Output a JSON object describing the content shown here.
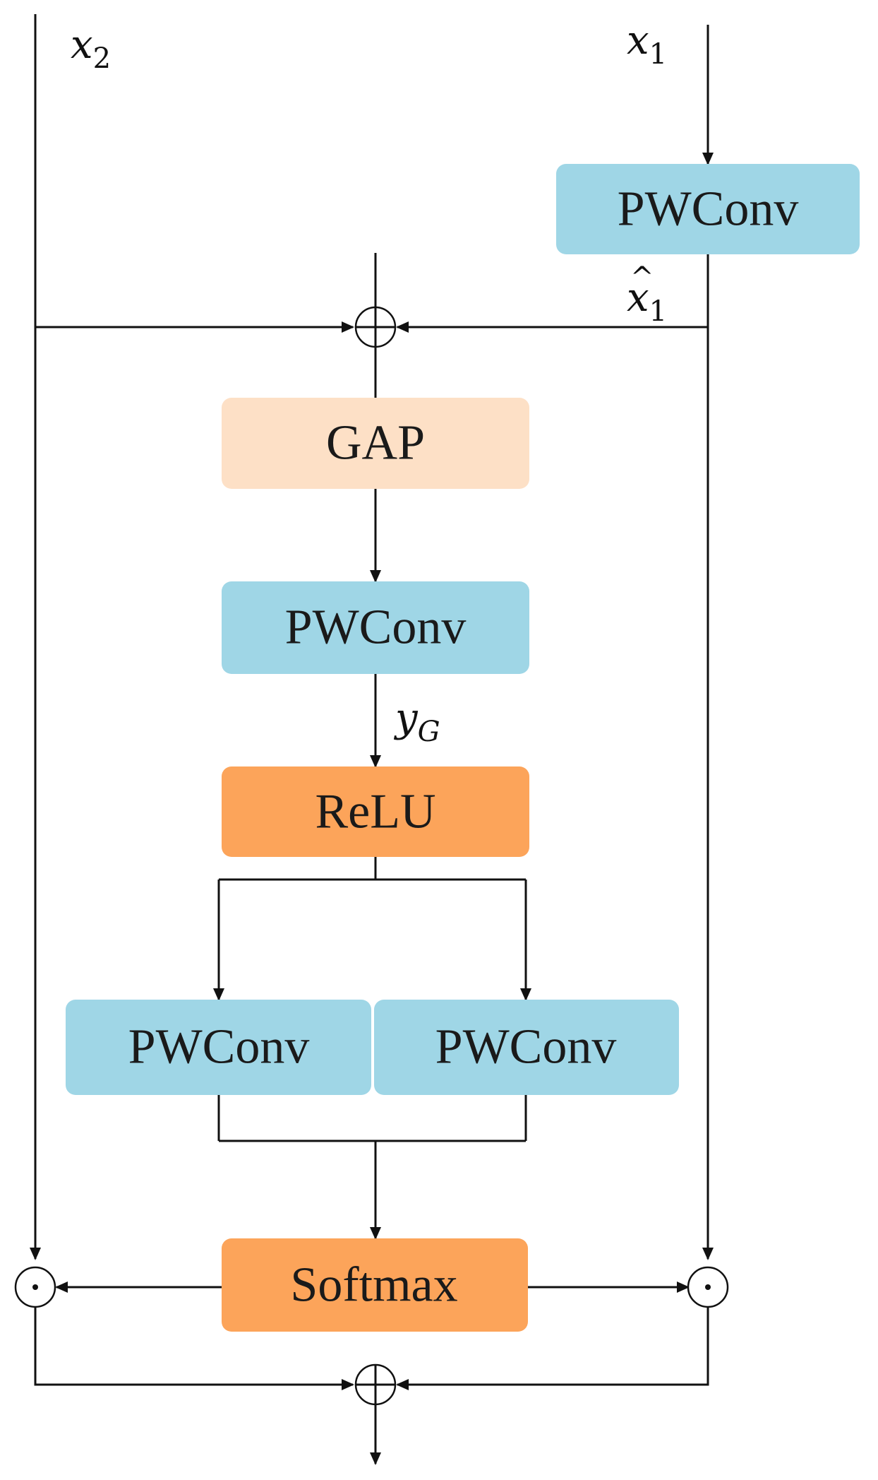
{
  "inputs": {
    "x2": {
      "base": "x",
      "sub": "2"
    },
    "x1": {
      "base": "x",
      "sub": "1"
    },
    "x1_hat": {
      "base": "x",
      "hat": "^",
      "sub": "1"
    },
    "y_g": {
      "base": "y",
      "sub": "G"
    }
  },
  "blocks": {
    "pwconv_top": "PWConv",
    "gap": "GAP",
    "pwconv_mid": "PWConv",
    "relu": "ReLU",
    "pwconv_left": "PWConv",
    "pwconv_right": "PWConv",
    "softmax": "Softmax"
  },
  "operators": {
    "add_top": "add",
    "mul_left": "multiply",
    "mul_right": "multiply",
    "add_bottom": "add"
  },
  "colors": {
    "pwconv": "#9fd6e6",
    "gap": "#fde0c6",
    "activation": "#fca45a",
    "line": "#111111"
  }
}
